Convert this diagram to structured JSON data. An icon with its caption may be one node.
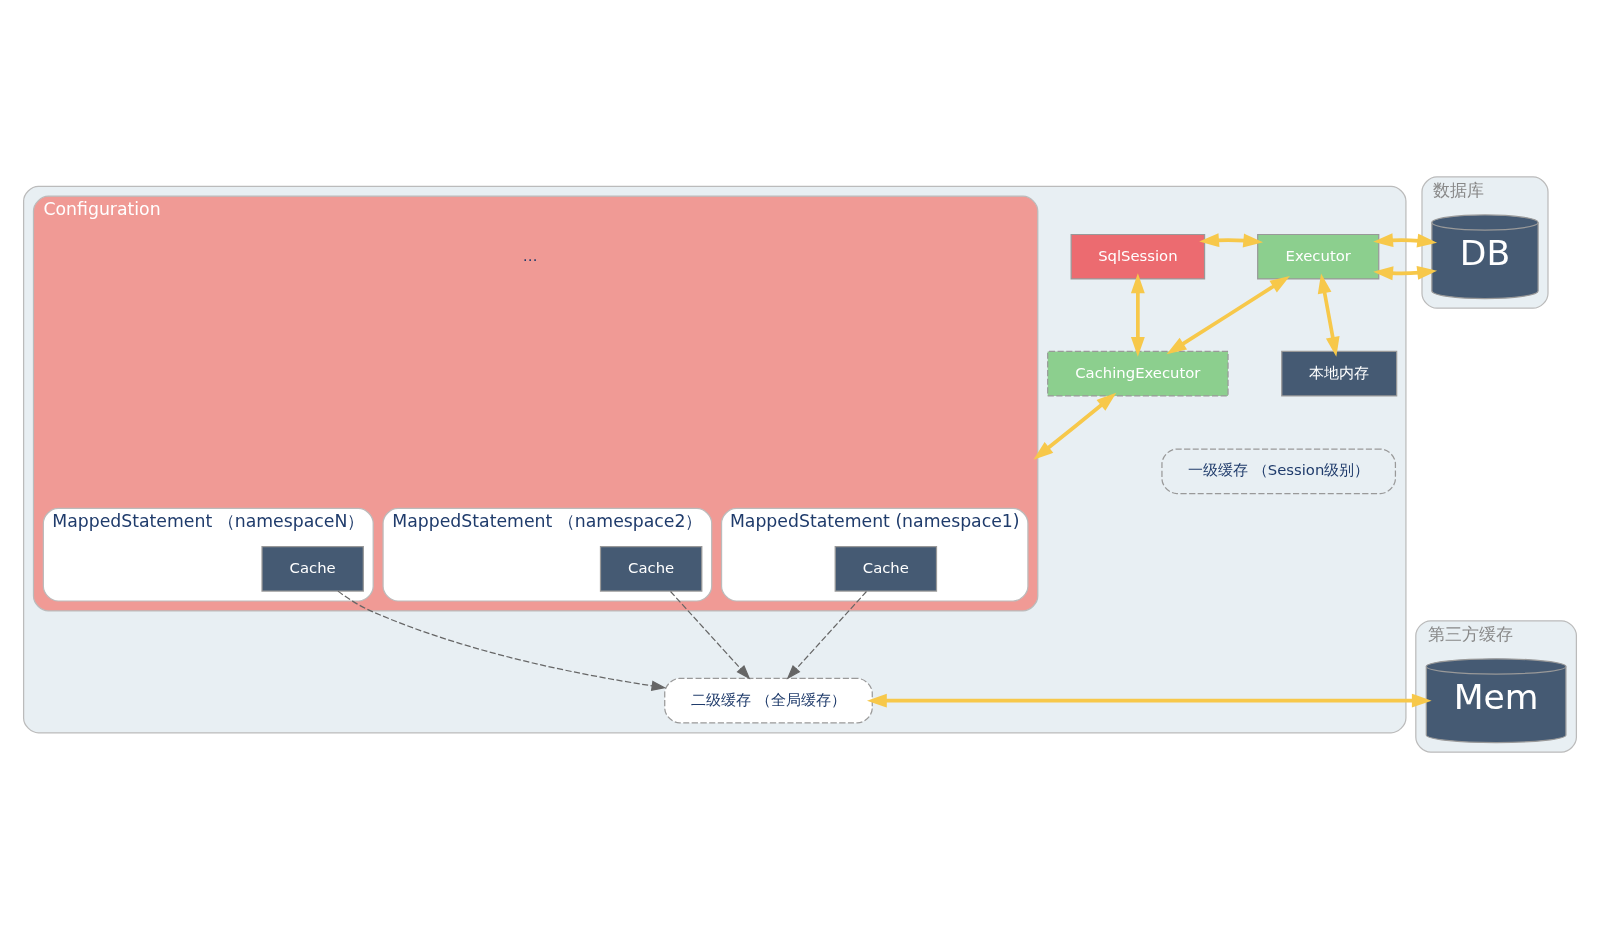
{
  "diagram": {
    "nodes": [
      {
        "text": [],
        "shape": "box"
      },
      {
        "text": [
          "SqlSession"
        ],
        "in": 0
      },
      {
        "text": [
          "Executor"
        ],
        "in": 0
      },
      {
        "text": [
          "CachingExecutor"
        ],
        "in": 0
      },
      {
        "text": [
          "本地内存"
        ],
        "in": 0
      },
      {
        "text": [
          "一级缓存 （Session级别）"
        ],
        "in": 0
      },
      {
        "text": [
          "Configuration"
        ],
        "in": 0
      },
      {
        "text": [
          "MappedStatement (namespace1)"
        ],
        "in": 6
      },
      {
        "text": [
          "Cache"
        ],
        "in": 7
      },
      {
        "text": [
          "MappedStatement （namespace2）"
        ],
        "in": 6
      },
      {
        "text": [
          "Cache"
        ],
        "in": 9
      },
      {
        "text": [
          "MappedStatement （namespaceN）"
        ],
        "in": 6
      },
      {
        "text": [
          "Cache"
        ],
        "in": 11
      },
      {
        "text": [
          "二级缓存 （全局缓存）"
        ],
        "in": 0
      },
      {
        "text": [
          "数据库"
        ]
      },
      {
        "text": [
          "DB"
        ],
        "in": 14
      },
      {
        "text": [
          "第三方缓存"
        ]
      },
      {
        "text": [
          "Mem"
        ],
        "in": 16
      }
    ],
    "edges": [
      {
        "from": 1,
        "to": 2,
        "arrow": "both"
      },
      {
        "from": 1,
        "to": 3,
        "arrow": "both"
      },
      {
        "from": 2,
        "to": 3,
        "arrow": "both"
      },
      {
        "from": 2,
        "to": 4,
        "arrow": "both"
      },
      {
        "from": 2,
        "to": 15,
        "arrow": "both"
      },
      {
        "from": 3,
        "to": 6,
        "arrow": "both"
      },
      {
        "from": 8,
        "to": 13,
        "arrow": "to",
        "style": "dashed",
        "color": "#666666"
      },
      {
        "from": 10,
        "to": 13,
        "arrow": "to",
        "style": "dashed",
        "color": "#666666"
      },
      {
        "from": 12,
        "to": 13,
        "arrow": "to",
        "style": "dashed",
        "color": "#666666"
      },
      {
        "from": 13,
        "to": 17,
        "arrow": "both"
      }
    ],
    "labels": [
      "…"
    ]
  }
}
